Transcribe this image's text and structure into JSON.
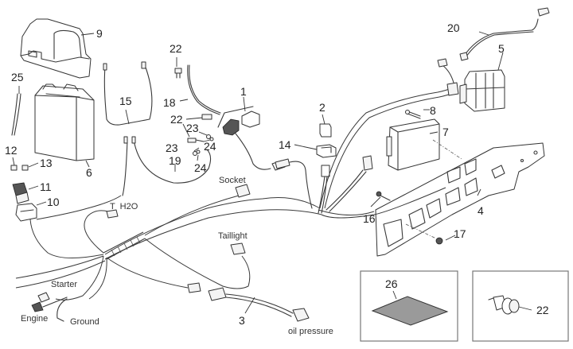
{
  "diagram": {
    "title": "Electrical system exploded parts diagram",
    "part_numbers": {
      "p1": "1",
      "p2": "2",
      "p3": "3",
      "p4": "4",
      "p5": "5",
      "p6": "6",
      "p7": "7",
      "p8": "8",
      "p9": "9",
      "p10": "10",
      "p11": "11",
      "p12": "12",
      "p13": "13",
      "p14": "14",
      "p15": "15",
      "p16": "16",
      "p17": "17",
      "p18": "18",
      "p19": "19",
      "p20": "20",
      "p22a": "22",
      "p22b": "22",
      "p22c": "22",
      "p23a": "23",
      "p23b": "23",
      "p24a": "24",
      "p24b": "24",
      "p25": "25",
      "p26": "26"
    },
    "connector_labels": {
      "socket": "Socket",
      "taillight": "Taillight",
      "t_h2o": "T  H2O",
      "starter": "Starter",
      "engine": "Engine",
      "ground": "Ground",
      "oil_pressure": "oil pressure"
    },
    "inset_boxes": [
      {
        "part": "26",
        "description": "sheet / pad"
      },
      {
        "part": "22",
        "description": "power socket"
      }
    ]
  }
}
